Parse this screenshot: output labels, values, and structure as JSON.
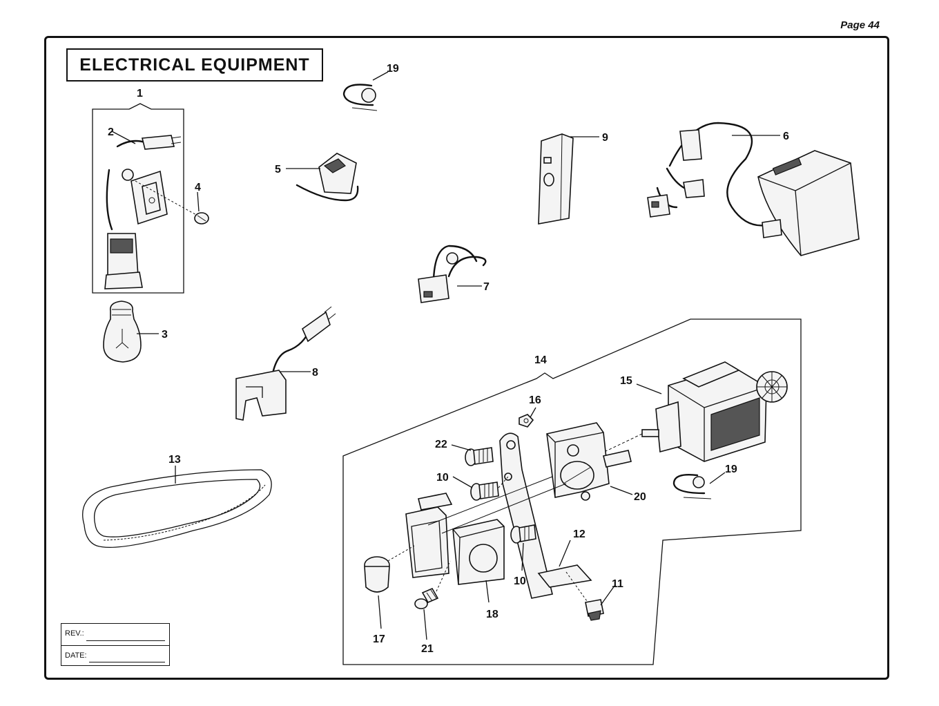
{
  "page_number": "Page 44",
  "title": "ELECTRICAL EQUIPMENT",
  "rev_label": "REV.:",
  "date_label": "DATE:",
  "callouts": [
    "1",
    "2",
    "3",
    "4",
    "5",
    "6",
    "7",
    "8",
    "9",
    "10",
    "10",
    "11",
    "12",
    "13",
    "14",
    "15",
    "16",
    "17",
    "18",
    "19",
    "19",
    "20",
    "21",
    "22"
  ]
}
